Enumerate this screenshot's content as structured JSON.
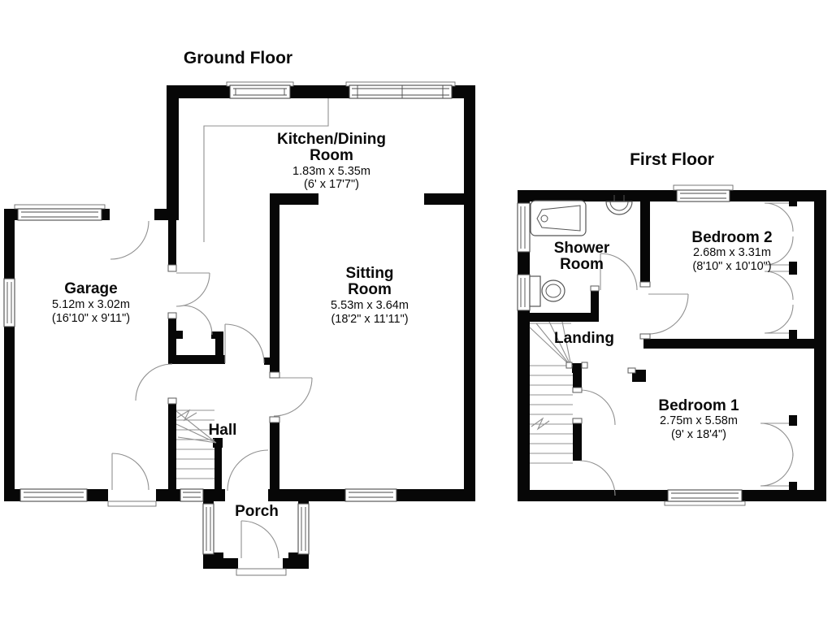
{
  "colors": {
    "wall": "#070707",
    "line": "#909090",
    "text": "#0a0a0a",
    "background": "#ffffff"
  },
  "ground_floor": {
    "title": "Ground Floor",
    "kitchen": {
      "line1": "Kitchen/Dining",
      "line2": "Room",
      "metric": "1.83m x 5.35m",
      "imperial": "(6' x 17'7\")"
    },
    "sitting": {
      "line1": "Sitting",
      "line2": "Room",
      "metric": "5.53m x 3.64m",
      "imperial": "(18'2\" x 11'11\")"
    },
    "garage": {
      "name": "Garage",
      "metric": "5.12m x 3.02m",
      "imperial": "(16'10\" x 9'11\")"
    },
    "hall": {
      "name": "Hall"
    },
    "porch": {
      "name": "Porch"
    }
  },
  "first_floor": {
    "title": "First Floor",
    "shower_room": {
      "line1": "Shower",
      "line2": "Room"
    },
    "bedroom2": {
      "name": "Bedroom 2",
      "metric": "2.68m x 3.31m",
      "imperial": "(8'10\" x 10'10\")"
    },
    "bedroom1": {
      "name": "Bedroom 1",
      "metric": "2.75m x 5.58m",
      "imperial": "(9' x 18'4\")"
    },
    "landing": {
      "name": "Landing"
    }
  }
}
